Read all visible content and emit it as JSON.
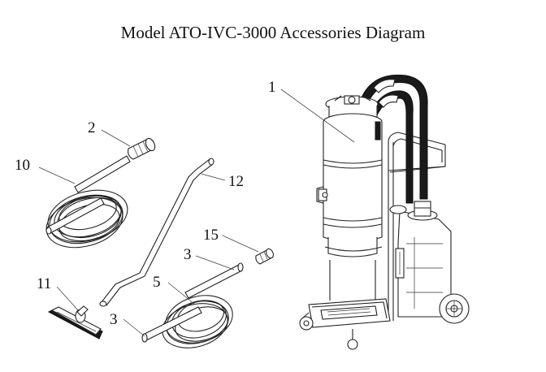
{
  "title": "Model ATO-IVC-3000 Accessories Diagram",
  "callouts": {
    "c1": "1",
    "c2": "2",
    "c3a": "3",
    "c3b": "3",
    "c5": "5",
    "c10": "10",
    "c11": "11",
    "c12": "12",
    "c15": "15"
  },
  "parts": {
    "vacuum": "industrial-vacuum-cleaner",
    "hose_connector": "hose-connector",
    "hose_small": "coiled-hose",
    "floor_tool": "floor-brush-tool",
    "wand": "bent-wand",
    "adapter": "hose-adapter",
    "hose_large": "coiled-hose",
    "straight_pipe": "straight-pipe"
  }
}
